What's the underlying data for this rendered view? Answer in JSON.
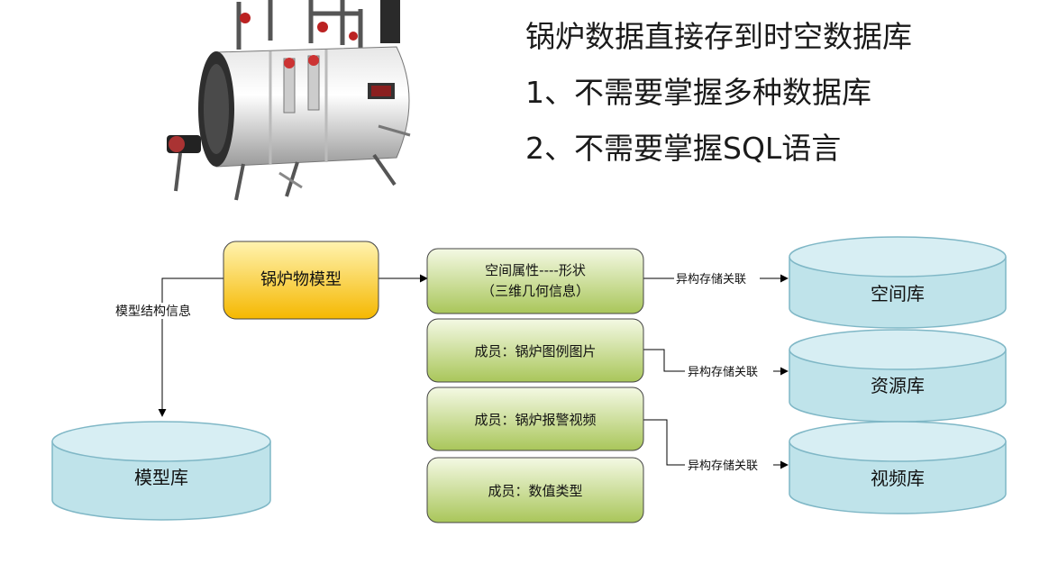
{
  "bullets": [
    "锅炉数据直接存到时空数据库",
    "1、不需要掌握多种数据库",
    "2、不需要掌握SQL语言"
  ],
  "diagram": {
    "model_box": "锅炉物模型",
    "model_info_label": "模型结构信息",
    "model_db": "模型库",
    "members": [
      {
        "line1": "空间属性----形状",
        "line2": "（三维几何信息）"
      },
      {
        "line1": "成员：锅炉图例图片"
      },
      {
        "line1": "成员：锅炉报警视频"
      },
      {
        "line1": "成员：数值类型"
      }
    ],
    "link_label": "异构存储关联",
    "databases": [
      "空间库",
      "资源库",
      "视频库"
    ]
  },
  "colors": {
    "model_box_top": "#fff3b0",
    "model_box_bottom": "#f5b800",
    "member_top": "#f4f9e4",
    "member_bottom": "#a9c65a",
    "db_fill": "#bfe3ea",
    "db_stroke": "#7fb7c6"
  }
}
